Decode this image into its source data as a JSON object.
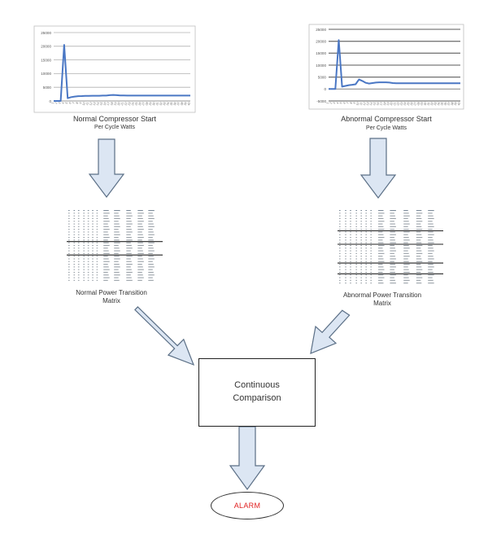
{
  "colors": {
    "line": "#4a77c4",
    "arrow_fill": "#dce6f3",
    "arrow_stroke": "#5b6f86",
    "alarm_text": "#e02020"
  },
  "chart_data": [
    {
      "type": "line",
      "title": "Normal Compressor Start",
      "subtitle": "Per Cycle Watts",
      "ylim": [
        0,
        25000
      ],
      "yticks": [
        0,
        5000,
        10000,
        15000,
        20000,
        25000
      ],
      "grid": true,
      "x": [
        1,
        2,
        3,
        4,
        5,
        6,
        7,
        8,
        9,
        10,
        11,
        12,
        13,
        14,
        15,
        16,
        17,
        18,
        19,
        20,
        21,
        22,
        23,
        24,
        25,
        26,
        27,
        28,
        29,
        30,
        31,
        32,
        33,
        34,
        35,
        36,
        37,
        38,
        39,
        40
      ],
      "values": [
        0,
        0,
        0,
        20500,
        1000,
        1400,
        1600,
        1750,
        1800,
        1850,
        1850,
        1900,
        1900,
        1900,
        1950,
        1950,
        2100,
        2200,
        2100,
        2000,
        2000,
        1950,
        1950,
        1950,
        1950,
        1950,
        1950,
        1950,
        1950,
        1950,
        1950,
        1950,
        1950,
        1950,
        1950,
        1950,
        1950,
        1950,
        1950,
        1950
      ]
    },
    {
      "type": "line",
      "title": "Abnormal Compressor Start",
      "subtitle": "Per Cycle Watts",
      "ylim": [
        -5000,
        25000
      ],
      "yticks": [
        -5000,
        0,
        5000,
        10000,
        15000,
        20000,
        25000
      ],
      "grid": true,
      "x": [
        1,
        2,
        3,
        4,
        5,
        6,
        7,
        8,
        9,
        10,
        11,
        12,
        13,
        14,
        15,
        16,
        17,
        18,
        19,
        20,
        21,
        22,
        23,
        24,
        25,
        26,
        27,
        28,
        29,
        30,
        31,
        32,
        33,
        34,
        35,
        36,
        37,
        38,
        39,
        40
      ],
      "values": [
        0,
        0,
        0,
        20500,
        1000,
        1300,
        1600,
        1800,
        2000,
        4000,
        3400,
        2600,
        2300,
        2500,
        2700,
        2800,
        2800,
        2800,
        2700,
        2500,
        2400,
        2400,
        2400,
        2400,
        2400,
        2400,
        2400,
        2400,
        2400,
        2400,
        2400,
        2400,
        2400,
        2400,
        2400,
        2400,
        2400,
        2400,
        2400,
        2400
      ]
    }
  ],
  "labels": {
    "normal_matrix": "Normal Power Transition Matrix",
    "abnormal_matrix": "Abnormal Power Transition Matrix"
  },
  "comparison": "Continuous\nComparison",
  "alarm": "ALARM"
}
